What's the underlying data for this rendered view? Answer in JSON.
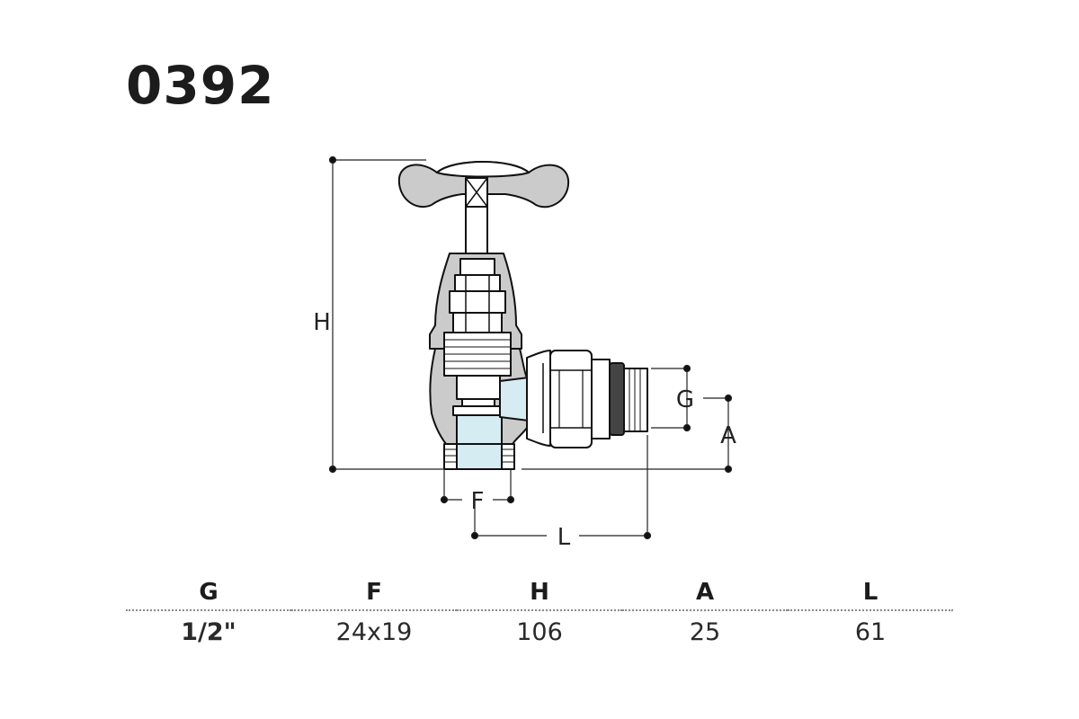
{
  "product": {
    "code": "0392"
  },
  "dimensions": {
    "labels": {
      "H": "H",
      "G": "G",
      "A": "A",
      "F": "F",
      "L": "L"
    }
  },
  "colors": {
    "body_grey": "#cbcbcb",
    "water_blue": "#d6ecf3",
    "outline": "#111111"
  },
  "table": {
    "headers": [
      "G",
      "F",
      "H",
      "A",
      "L"
    ],
    "values": [
      "1/2\"",
      "24x19",
      "106",
      "25",
      "61"
    ]
  }
}
